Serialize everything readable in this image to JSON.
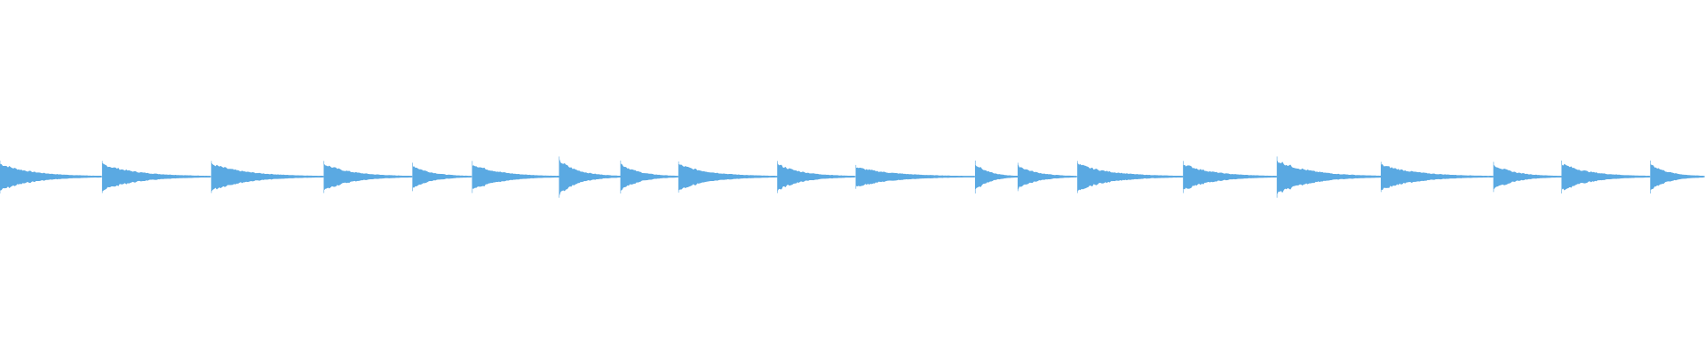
{
  "colors": {
    "background": "#ffffff",
    "waveform": "#5aa9e2"
  },
  "waveform": {
    "description_units": "seconds_fraction_of_track",
    "track_end": 1.0,
    "onsets": [
      0.0,
      0.06,
      0.124,
      0.19,
      0.242,
      0.277,
      0.328,
      0.364,
      0.398,
      0.456,
      0.502,
      0.572,
      0.597,
      0.632,
      0.694,
      0.749,
      0.81,
      0.876,
      0.916,
      0.968
    ],
    "peaks": [
      0.72,
      0.7,
      0.7,
      0.7,
      0.62,
      0.7,
      0.9,
      0.72,
      0.68,
      0.7,
      0.52,
      0.72,
      0.62,
      0.7,
      0.7,
      0.9,
      0.66,
      0.66,
      0.72,
      0.72
    ]
  }
}
